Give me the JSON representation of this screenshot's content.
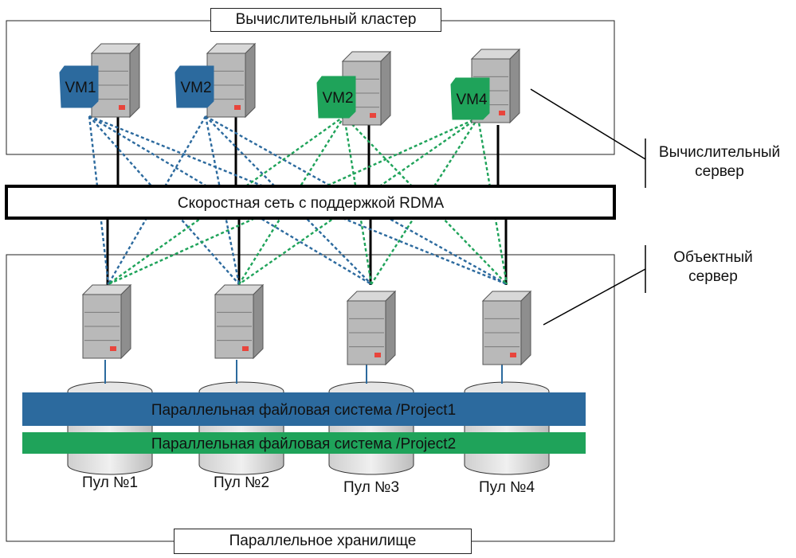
{
  "compute_cluster": {
    "title": "Вычислительный кластер"
  },
  "network": {
    "label": "Скоростная сеть с поддержкой RDMA"
  },
  "storage": {
    "title": "Параллельное хранилище"
  },
  "callouts": {
    "compute_server": "Вычислительный\nсервер",
    "object_server": "Объектный\nсервер"
  },
  "vms": [
    {
      "label": "VM1",
      "color": "#2c6a9e"
    },
    {
      "label": "VM2",
      "color": "#2c6a9e"
    },
    {
      "label": "VM2",
      "color": "#1fa35a"
    },
    {
      "label": "VM4",
      "color": "#1fa35a"
    }
  ],
  "filesystems": [
    {
      "label": "Параллельная файловая система /Project1",
      "color": "#2c6a9e"
    },
    {
      "label": "Параллельная файловая система /Project2",
      "color": "#1fa35a"
    }
  ],
  "pools": [
    "Пул №1",
    "Пул №2",
    "Пул №3",
    "Пул №4"
  ],
  "colors": {
    "blue": "#2c6a9e",
    "green": "#1fa35a",
    "server": "#b9b9b9",
    "led": "#e8453c"
  }
}
